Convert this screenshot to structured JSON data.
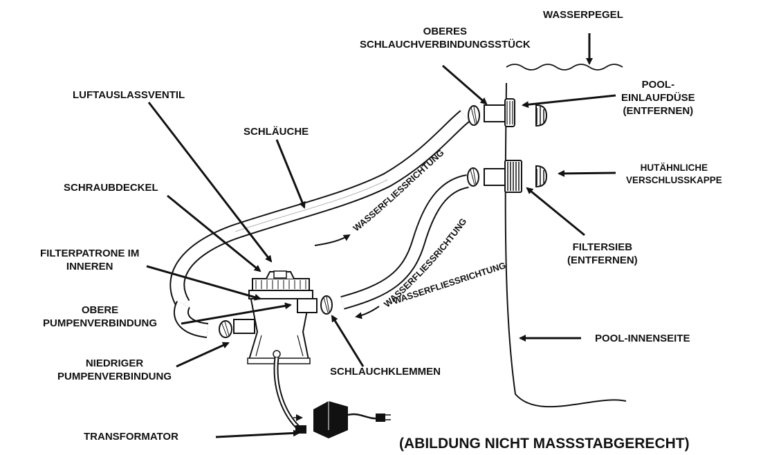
{
  "labels": {
    "wasserpegel": "WASSERPEGEL",
    "oberes_schlauchverbindungsstueck": "OBERES\nSCHLAUCHVERBINDUNGSSTÜCK",
    "pool_einlaufduese": "POOL-\nEINLAUFDÜSE\n(ENTFERNEN)",
    "luftauslassventil": "LUFTAUSLASSVENTIL",
    "schlaeuche": "SCHLÄUCHE",
    "hutaehnliche_verschlusskappe": "HUTÄHNLICHE\nVERSCHLUSSKAPPE",
    "schraubdeckel": "SCHRAUBDECKEL",
    "filtersieb": "FILTERSIEB\n(ENTFERNEN)",
    "filterpatrone": "FILTERPATRONE IM\nINNEREN",
    "obere_pumpenverbindung": "OBERE\nPUMPENVERBINDUNG",
    "pool_innenseite": "POOL-INNENSEITE",
    "niedriger_pumpenverbindung": "NIEDRIGER\nPUMPENVERBINDUNG",
    "schlauchklemmen": "SCHLAUCHKLEMMEN",
    "transformator": "TRANSFORMATOR",
    "massstab_hinweis": "(ABILDUNG NICHT MASSSTABGERECHT)"
  },
  "flow_text": {
    "upper_hose": "WASSERFLIESSRICHTUNG",
    "lower_hose": "WASSERFLIESSRICHTUNG",
    "lower_short": "WASSERFLIESSRICHTUNG"
  }
}
